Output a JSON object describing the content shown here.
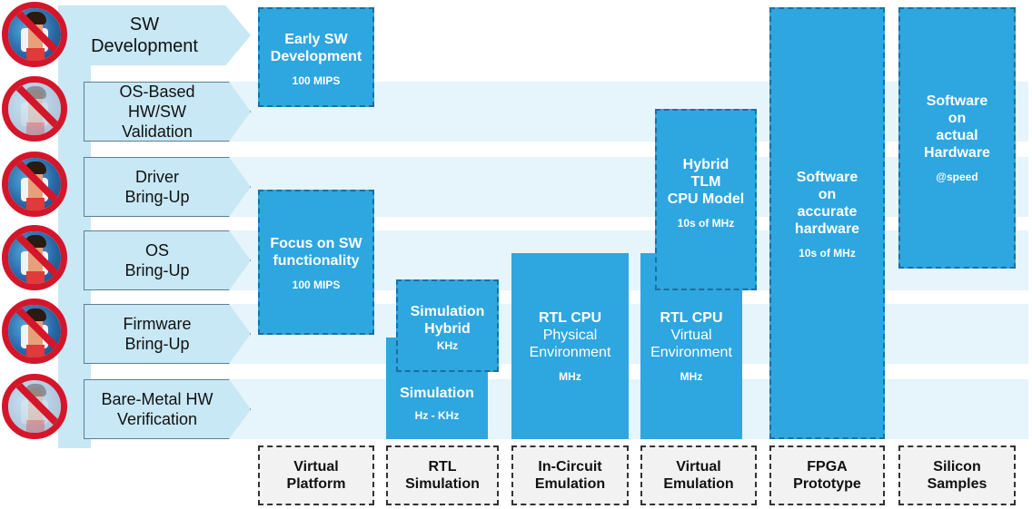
{
  "rows": [
    {
      "label": "SW\nDevelopment",
      "allowed": true
    },
    {
      "label": "OS-Based\nHW/SW\nValidation",
      "allowed": false
    },
    {
      "label": "Driver\nBring-Up",
      "allowed": true
    },
    {
      "label": "OS\nBring-Up",
      "allowed": true
    },
    {
      "label": "Firmware\nBring-Up",
      "allowed": true
    },
    {
      "label": "Bare-Metal  HW\nVerification",
      "allowed": false
    }
  ],
  "boxes": {
    "early_sw": {
      "title": "Early SW\nDevelopment",
      "speed": "100 MIPS"
    },
    "focus_sw": {
      "title": "Focus on SW\nfunctionality",
      "speed": "100 MIPS"
    },
    "sim_hybrid": {
      "title": "Simulation\nHybrid",
      "speed": "KHz"
    },
    "simulation": {
      "title": "Simulation",
      "speed": "Hz - KHz"
    },
    "rtl_physical": {
      "title": "RTL CPU",
      "sub": "Physical\nEnvironment",
      "speed": "MHz"
    },
    "rtl_virtual": {
      "title": "RTL CPU",
      "sub": "Virtual\nEnvironment",
      "speed": "MHz"
    },
    "hybrid_tlm": {
      "title": "Hybrid\nTLM\nCPU Model",
      "speed": "10s of MHz"
    },
    "fpga_hw": {
      "title": "Software\non\naccurate\nhardware",
      "speed": "10s of MHz"
    },
    "silicon_hw": {
      "title": "Software\non\nactual\nHardware",
      "speed": "@speed"
    }
  },
  "categories": [
    "Virtual\nPlatform",
    "RTL\nSimulation",
    "In-Circuit\nEmulation",
    "Virtual\nEmulation",
    "FPGA\nPrototype",
    "Silicon\nSamples"
  ],
  "colors": {
    "box_blue": "#2ea6e0",
    "band": "#e6f4fb",
    "label_fill": "#c8e8f5",
    "forbidden_red": "#d4162b"
  }
}
